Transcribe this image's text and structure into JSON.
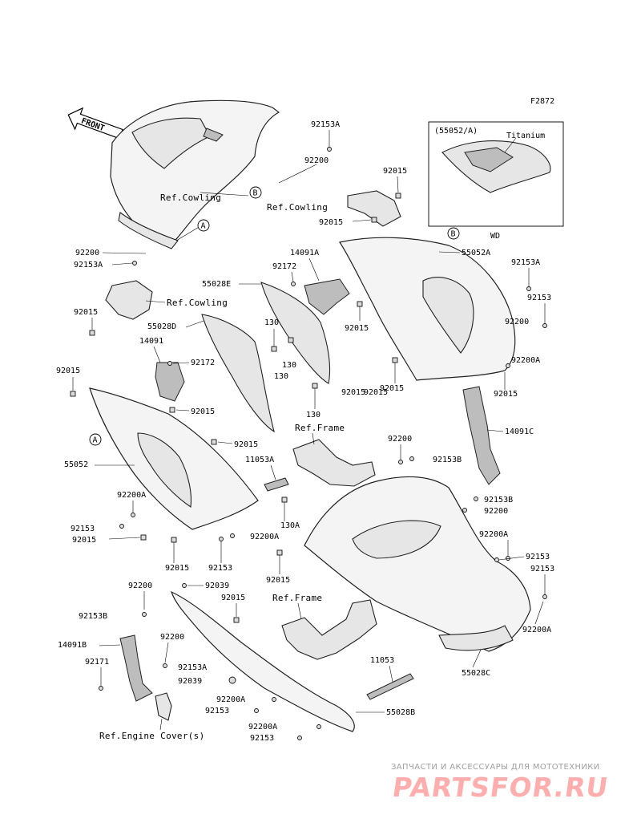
{
  "figure_code": "F2872",
  "front_label": "FRONT",
  "inset": {
    "part_ref": "(55052/A)",
    "material": "Titanium",
    "region": "WD"
  },
  "callouts": [
    "A",
    "B"
  ],
  "refs": {
    "cowling": "Ref.Cowling",
    "frame": "Ref.Frame",
    "engine_cover": "Ref.Engine Cover(s)"
  },
  "parts": {
    "p92153A": "92153A",
    "p92200": "92200",
    "p92015": "92015",
    "p92172": "92172",
    "p14091A": "14091A",
    "p55052A": "55052A",
    "p55028E": "55028E",
    "p55028D": "55028D",
    "p14091": "14091",
    "p130": "130",
    "p92153": "92153",
    "p92200A": "92200A",
    "p55052": "55052",
    "p11053A": "11053A",
    "p130A": "130A",
    "p14091C": "14091C",
    "p92153B": "92153B",
    "p92039": "92039",
    "p14091B": "14091B",
    "p92171": "92171",
    "p11053": "11053",
    "p55028C": "55028C",
    "p55028B": "55028B"
  },
  "watermark": {
    "tagline": "ЗАПЧАСТИ И АКСЕССУАРЫ ДЛЯ МОТОТЕХНИКИ",
    "logo": "PARTSFOR.RU"
  }
}
